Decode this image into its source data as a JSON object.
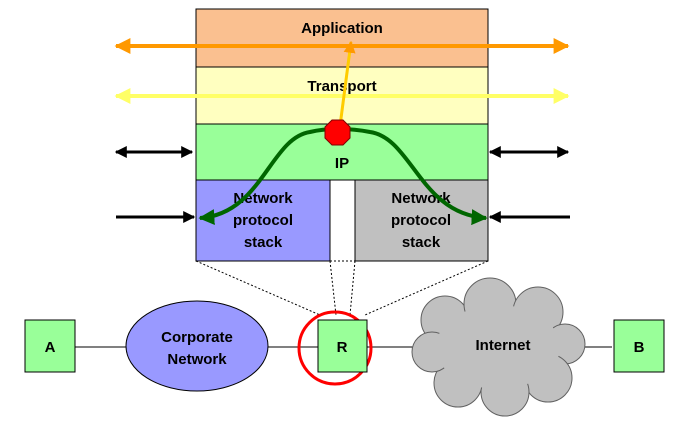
{
  "layers": {
    "application": "Application",
    "transport": "Transport",
    "ip": "IP",
    "left_stack": [
      "Network",
      "protocol",
      "stack"
    ],
    "right_stack": [
      "Network",
      "protocol",
      "stack"
    ]
  },
  "network": {
    "host_a": "A",
    "corporate": [
      "Corporate",
      "Network"
    ],
    "router": "R",
    "internet": "Internet",
    "host_b": "B"
  },
  "colors": {
    "application": "#FAC090",
    "transport": "#FFFFC0",
    "ip": "#99FF99",
    "left_stack": "#9999FF",
    "right_stack": "#C0C0C0",
    "orange_arrow": "#FF9900",
    "yellow_arrow": "#FFFF66",
    "green_path": "#006600",
    "stop_sign": "#FF0000",
    "highlight_circle": "#FF0000",
    "host_box": "#99FF99",
    "corporate": "#9999FF",
    "cloud": "#C0C0C0"
  },
  "icons": {
    "blocking_marker": "stop-octagon-icon",
    "cloud": "cloud-icon"
  }
}
